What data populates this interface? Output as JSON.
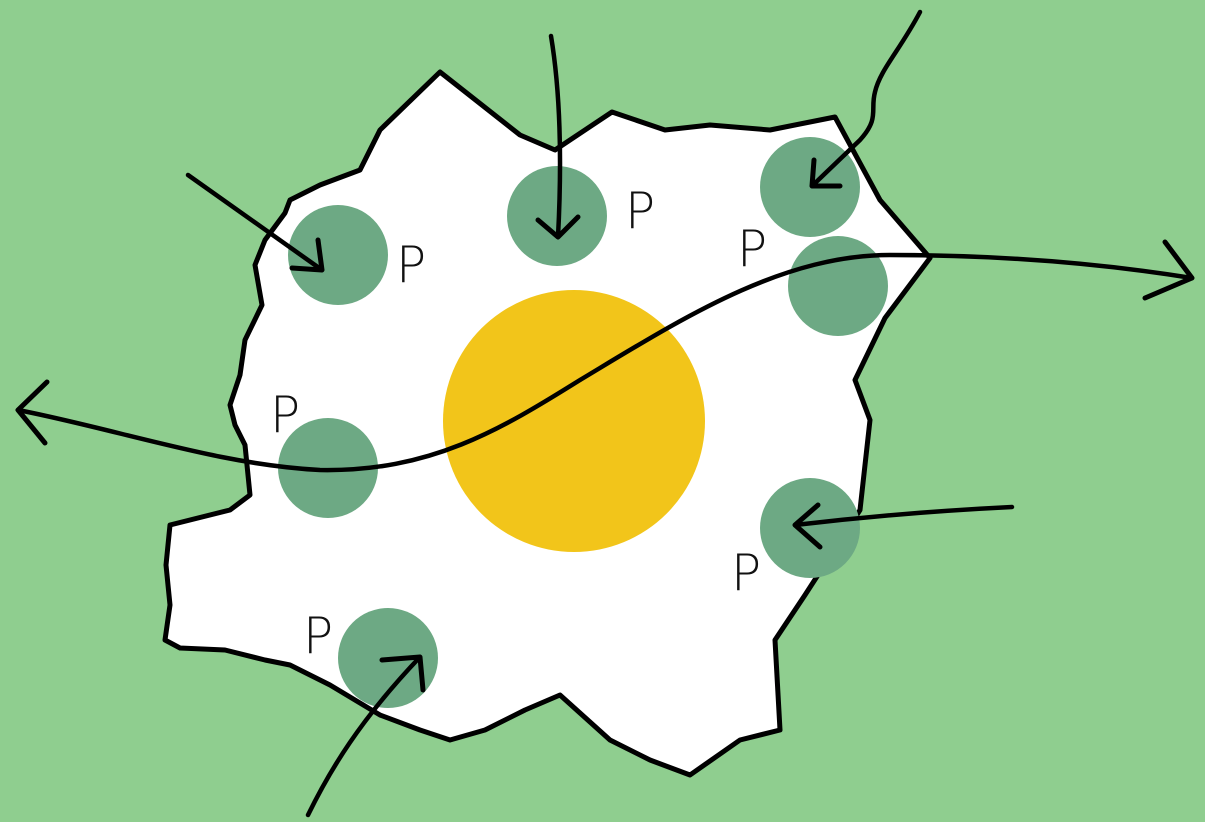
{
  "colors": {
    "background": "#8fce8f",
    "region_fill": "#ffffff",
    "region_outline": "#000000",
    "core": "#f2c51a",
    "particle": "#6da984",
    "arrow": "#000000"
  },
  "icons": {
    "particle": "green-circle-icon",
    "core": "yellow-circle-icon",
    "arrow": "arrow-icon"
  },
  "particles": [
    {
      "label": "P"
    },
    {
      "label": "P"
    },
    {
      "label": "P"
    },
    {
      "label": "P"
    },
    {
      "label": "P"
    },
    {
      "label": "P"
    }
  ]
}
